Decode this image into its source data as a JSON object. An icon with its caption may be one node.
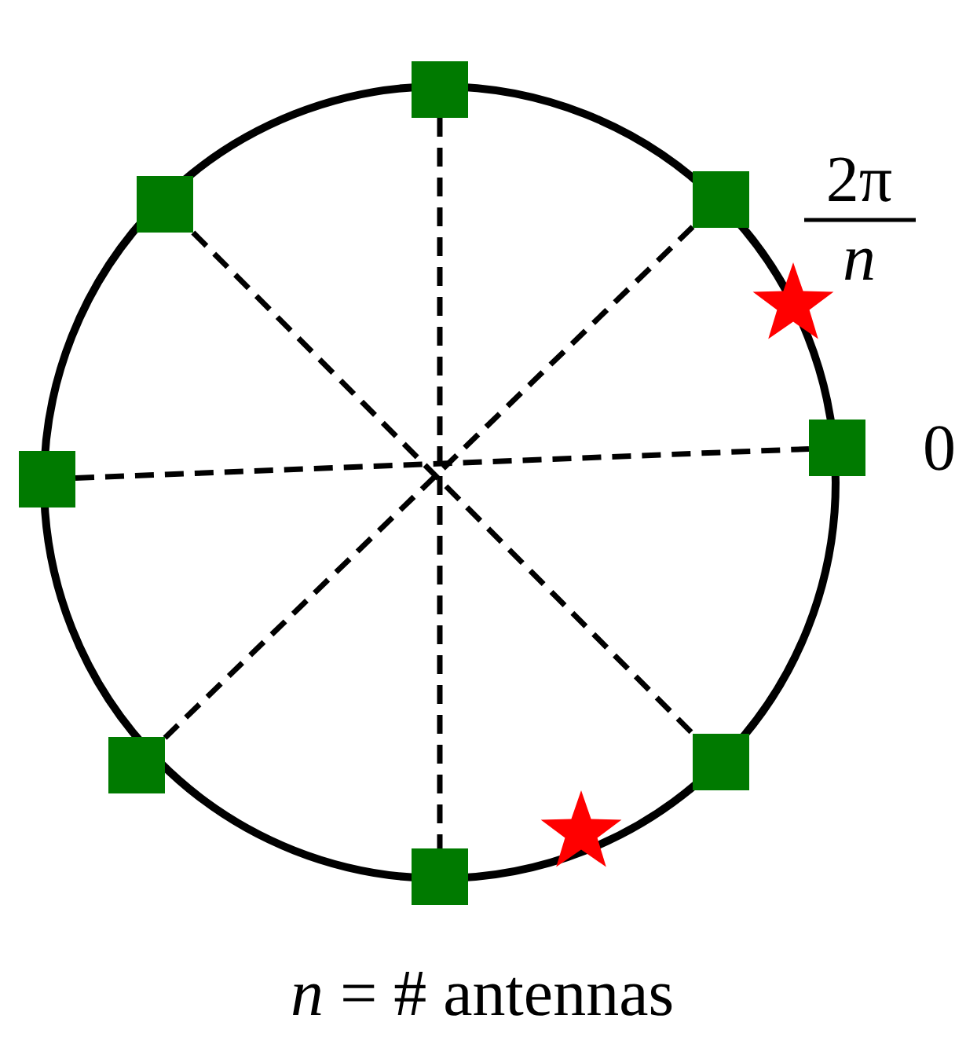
{
  "diagram": {
    "nodes": [
      {
        "text": [],
        "shape": "box"
      },
      {
        "text": [],
        "shape": "box"
      },
      {
        "text": [],
        "shape": "box"
      },
      {
        "text": [],
        "shape": "box"
      },
      {
        "text": [],
        "shape": "box"
      },
      {
        "text": [],
        "shape": "box"
      },
      {
        "text": [],
        "shape": "box"
      },
      {
        "text": [],
        "shape": "box"
      }
    ],
    "edges": [
      {
        "from": 0,
        "to": 7,
        "arrow": "none",
        "style": "dashed"
      },
      {
        "from": 1,
        "to": 6,
        "arrow": "none",
        "style": "dashed"
      },
      {
        "from": 2,
        "to": 5,
        "arrow": "none",
        "style": "dashed"
      },
      {
        "from": 3,
        "to": 4,
        "arrow": "none",
        "style": "dashed"
      }
    ],
    "labels": [
      "2π",
      "*n*",
      "0",
      "*n* = # antennas"
    ]
  }
}
